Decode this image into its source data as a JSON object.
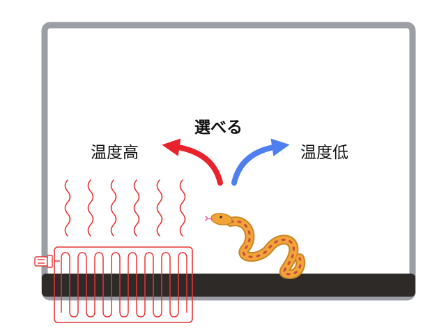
{
  "diagram": {
    "title": "選べる",
    "warm_side": {
      "label": "温度高",
      "arrow_color": "#e8232b"
    },
    "cool_side": {
      "label": "温度低",
      "arrow_color": "#4f7fef"
    }
  },
  "colors": {
    "frame": "#9b9ea4",
    "substrate": "#2d2a28",
    "heater": "#e63535",
    "snake_body": "#f1a43a",
    "snake_pattern": "#c9503a",
    "snake_tongue": "#e06aa8"
  },
  "icons": [
    "heater-plug-icon",
    "heat-wave-icon",
    "snake-icon"
  ]
}
